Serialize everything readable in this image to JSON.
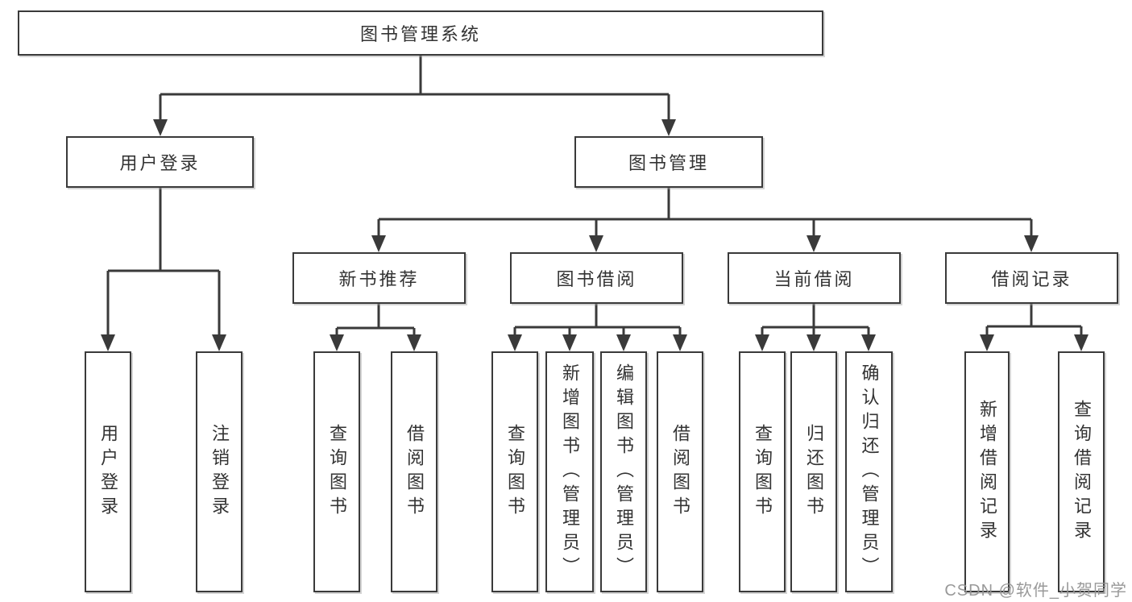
{
  "diagram": {
    "root": {
      "label": "图书管理系统"
    },
    "user_login": {
      "label": "用户登录",
      "children": {
        "login": "用户登录",
        "logout": "注销登录"
      }
    },
    "book_mgmt": {
      "label": "图书管理",
      "sections": {
        "new_books": {
          "label": "新书推荐",
          "children": {
            "query": "查询图书",
            "borrow": "借阅图书"
          }
        },
        "borrowing": {
          "label": "图书借阅",
          "children": {
            "query": "查询图书",
            "add": "新增图书（管理员）",
            "edit": "编辑图书（管理员）",
            "borrow": "借阅图书"
          }
        },
        "current": {
          "label": "当前借阅",
          "children": {
            "query": "查询图书",
            "return": "归还图书",
            "confirm": "确认归还（管理员）"
          }
        },
        "records": {
          "label": "借阅记录",
          "children": {
            "add": "新增借阅记录",
            "query": "查询借阅记录"
          }
        }
      }
    },
    "colors": {
      "line": "#3a3a3a",
      "text": "#333333",
      "background": "#ffffff",
      "watermark": "#949494"
    }
  },
  "watermark": {
    "text": "CSDN @软件_小贺同学"
  }
}
